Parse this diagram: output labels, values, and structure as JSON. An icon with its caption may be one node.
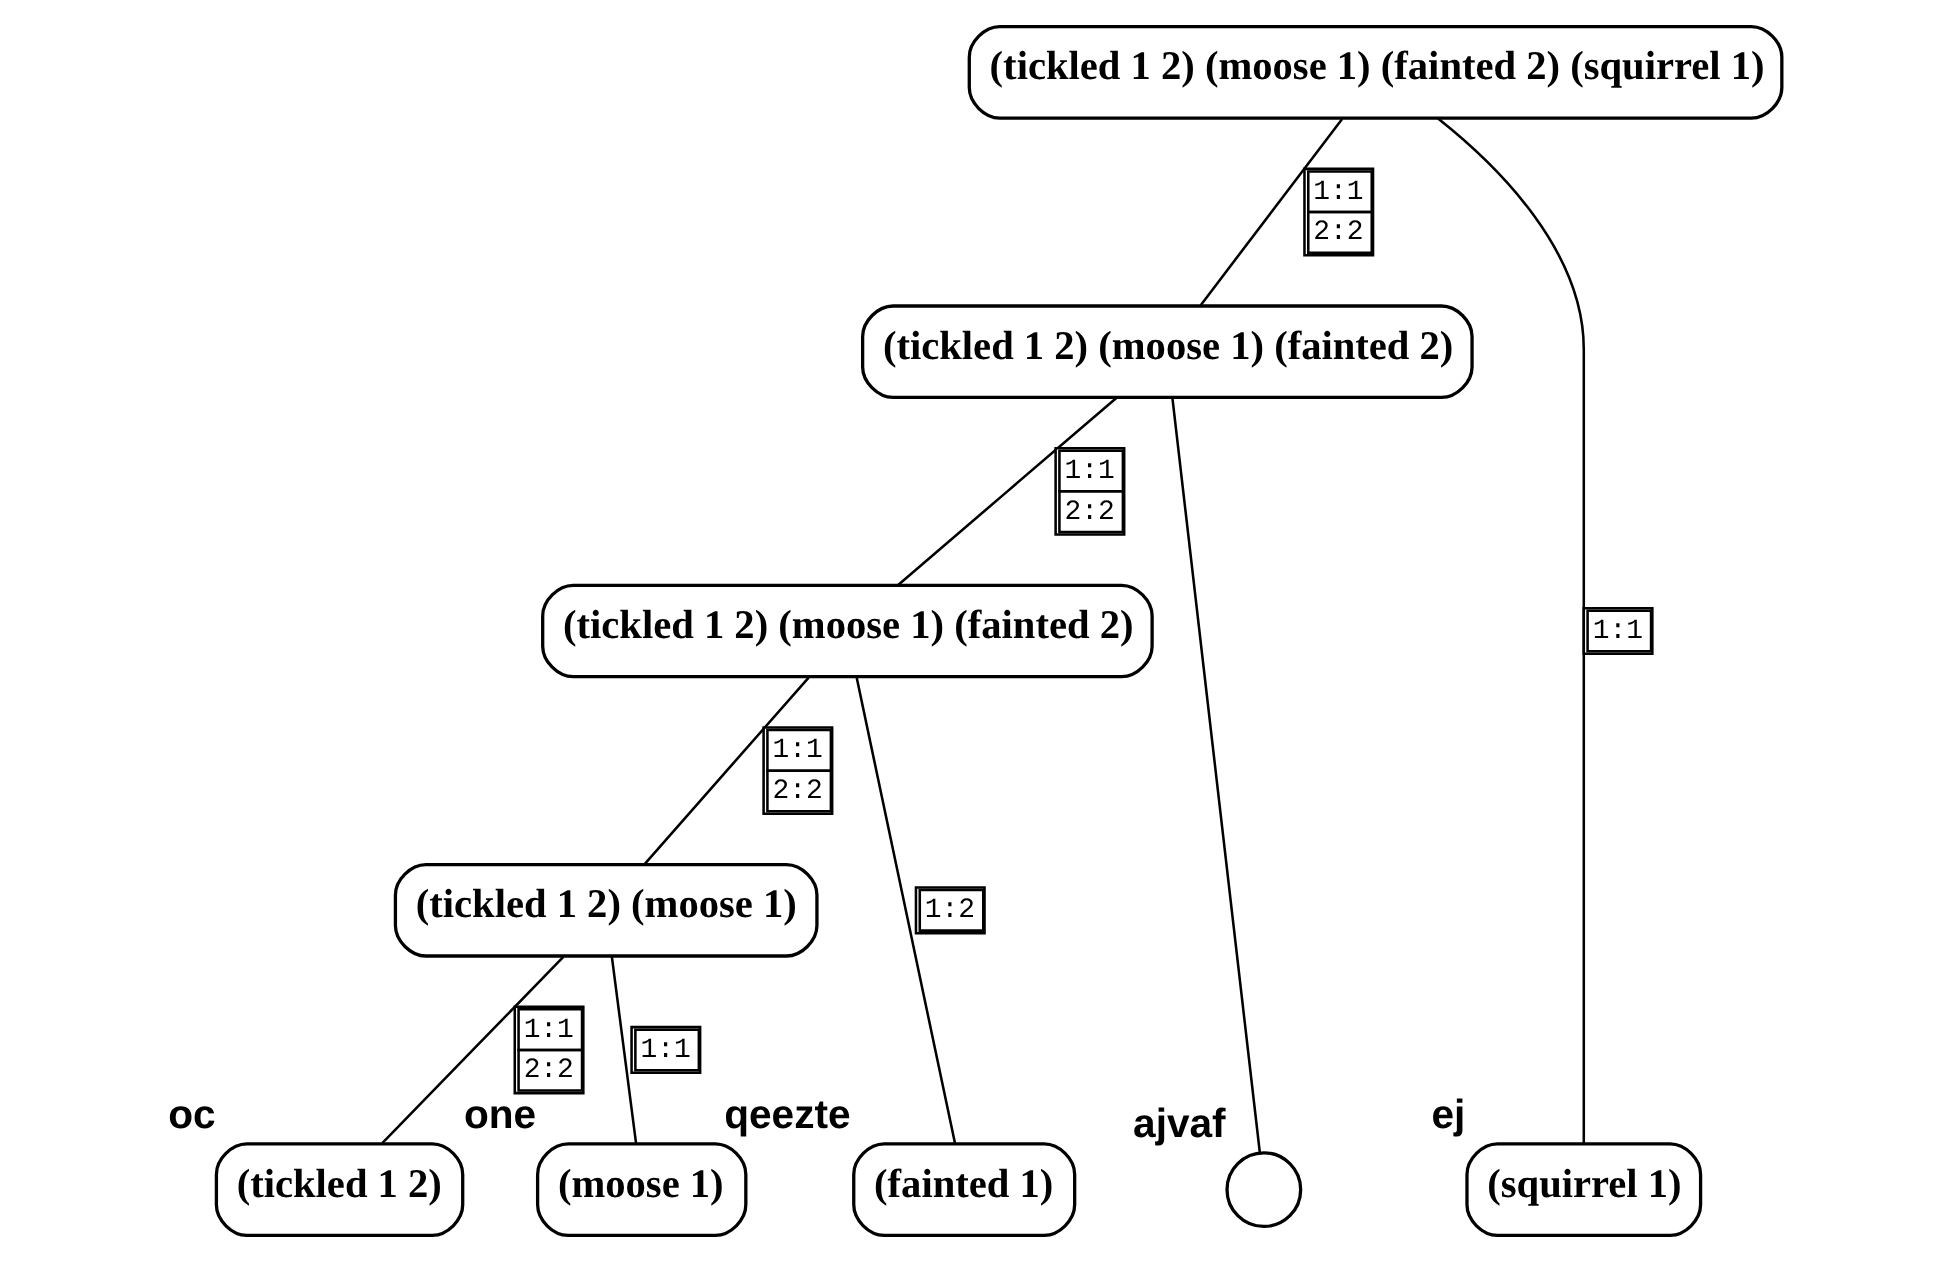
{
  "diagram": {
    "nodes": [
      {
        "text": [
          "(tickled 1 2) (moose 1) (fainted 2) (squirrel 1)"
        ]
      },
      {
        "text": [
          "(tickled 1 2) (moose 1) (fainted 2)"
        ]
      },
      {
        "text": [
          "(tickled 1 2) (moose 1) (fainted 2)"
        ]
      },
      {
        "text": [
          "(tickled 1 2) (moose 1)"
        ]
      },
      {
        "text": [
          "(tickled 1 2)"
        ],
        "beside": [
          "oc"
        ]
      },
      {
        "text": [
          "(moose 1)"
        ],
        "beside": [
          "one"
        ]
      },
      {
        "text": [
          "(fainted 1)"
        ],
        "beside": [
          "qeezte"
        ]
      },
      {
        "text": [],
        "shape": "circle",
        "beside": [
          "ajvaf"
        ]
      },
      {
        "text": [
          "(squirrel 1)"
        ],
        "beside": [
          "ej"
        ]
      }
    ],
    "edges": [
      {
        "from": 0,
        "to": 1,
        "arrow": "none",
        "label": "1:1 2:2"
      },
      {
        "from": 0,
        "to": 8,
        "arrow": "none",
        "label": "1:1"
      },
      {
        "from": 1,
        "to": 2,
        "arrow": "none",
        "label": "1:1 2:2"
      },
      {
        "from": 1,
        "to": 7,
        "arrow": "none"
      },
      {
        "from": 2,
        "to": 3,
        "arrow": "none",
        "label": "1:1 2:2"
      },
      {
        "from": 2,
        "to": 6,
        "arrow": "none",
        "label": "1:2"
      },
      {
        "from": 3,
        "to": 4,
        "arrow": "none",
        "label": "1:1 2:2"
      },
      {
        "from": 3,
        "to": 5,
        "arrow": "none",
        "label": "1:1"
      }
    ]
  }
}
